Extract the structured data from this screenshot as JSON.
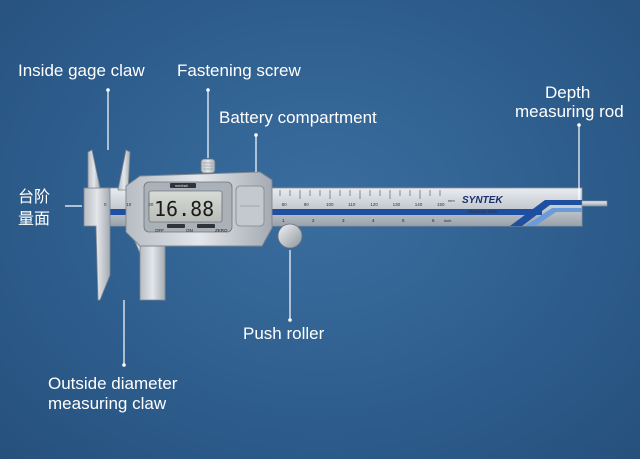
{
  "labels": {
    "inside_gage_claw": "Inside gage claw",
    "fastening_screw": "Fastening screw",
    "battery_compartment": "Battery compartment",
    "depth_rod_line1": "Depth",
    "depth_rod_line2": "measuring rod",
    "step_measure_line1": "台阶",
    "step_measure_line2": "量面",
    "push_roller": "Push roller",
    "outside_claw_line1": "Outside diameter",
    "outside_claw_line2": "measuring claw"
  },
  "device": {
    "display_reading": "16.88",
    "mm_inch_label": "mm/inch",
    "off_label": "OFF",
    "on_label": "ON",
    "zero_label": "ZERO",
    "brand": "SYNTEK",
    "steel_label": "Stainless   Steel",
    "scale_numbers": [
      "0",
      "10",
      "20",
      "30",
      "40",
      "50",
      "60",
      "70",
      "80",
      "90",
      "100",
      "110",
      "120",
      "130",
      "140",
      "150"
    ],
    "mm_unit": "mm",
    "inch_unit": "inch",
    "inch_numbers": [
      "1",
      "2",
      "3",
      "4",
      "5",
      "6"
    ]
  },
  "colors": {
    "background": "#2d5c8c",
    "leader_line": "#ffffff",
    "scale_stripe": "#1f4fa0",
    "steel": "#c9ced4"
  }
}
